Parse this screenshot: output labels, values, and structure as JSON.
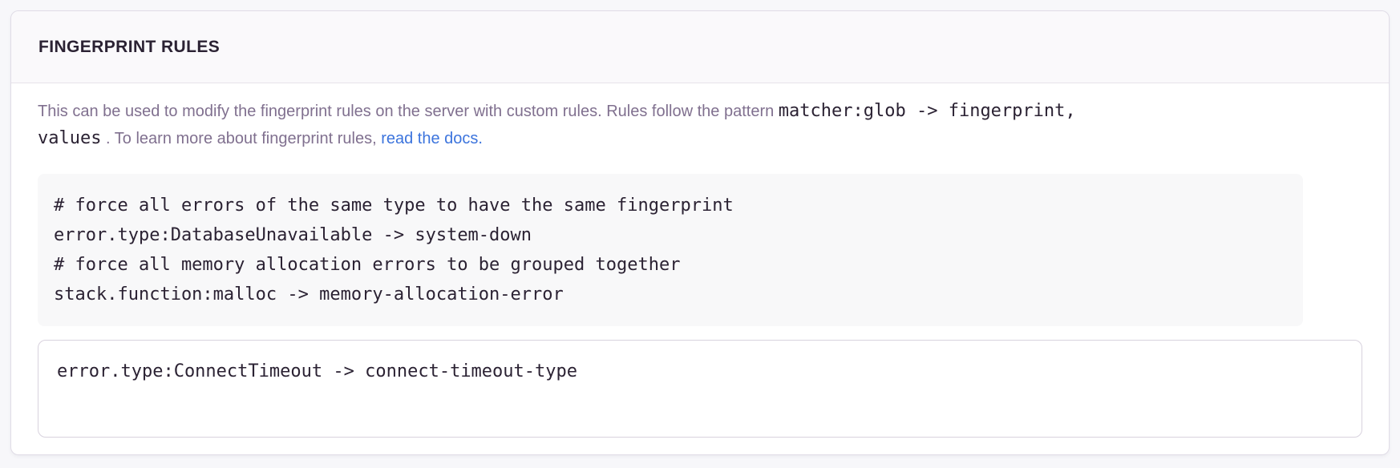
{
  "panel": {
    "title": "FINGERPRINT RULES",
    "description": {
      "text_1": "This can be used to modify the fingerprint rules on the server with custom rules. Rules follow the pattern ",
      "inline_code_1": "matcher:glob -> fingerprint,",
      "inline_code_2": "values",
      "text_2": " . To learn more about fingerprint rules, ",
      "link_text": "read the docs",
      "text_3": "."
    },
    "code_example": {
      "lines": [
        "# force all errors of the same type to have the same fingerprint",
        "error.type:DatabaseUnavailable -> system-down",
        "# force all memory allocation errors to be grouped together",
        "stack.function:malloc -> memory-allocation-error"
      ]
    },
    "rules_input": {
      "value": "error.type:ConnectTimeout -> connect-timeout-type"
    }
  },
  "colors": {
    "page_bg": "#F7F7FA",
    "panel_bg": "#FFFFFF",
    "panel_border": "#E0DCE6",
    "header_bg": "#FAF9FB",
    "header_text": "#2B2233",
    "body_text": "#80708F",
    "code_text": "#2B2233",
    "link": "#3C74DD",
    "code_block_bg": "#F8F8F9",
    "input_border": "#D8D2DE"
  }
}
